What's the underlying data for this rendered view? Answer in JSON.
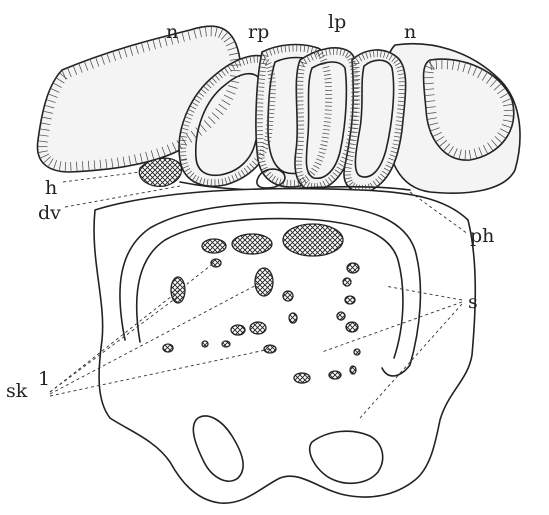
{
  "labels": {
    "n_left": "n",
    "rp": "rp",
    "lp": "lp",
    "n_right": "n",
    "h": "h",
    "dv": "dv",
    "ph": "ph",
    "s": "s",
    "sk_base": "sk",
    "sk_sup": "1"
  },
  "colors": {
    "ink": "#222222",
    "tissue": "#f4f4f4",
    "paper": "#ffffff"
  }
}
